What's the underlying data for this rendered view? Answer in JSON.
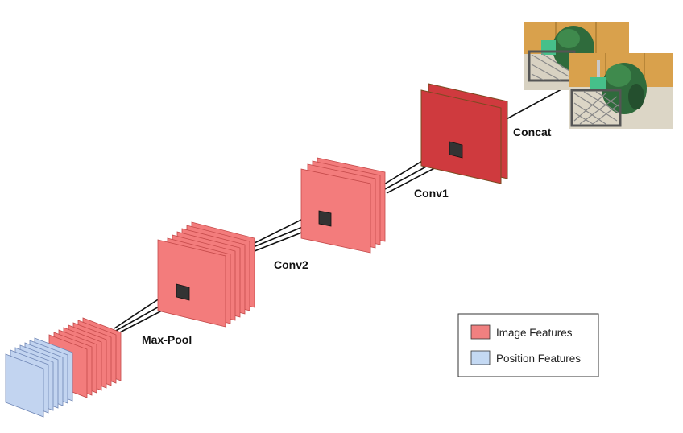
{
  "labels": {
    "concat": "Concat",
    "conv1": "Conv1",
    "conv2": "Conv2",
    "maxpool": "Max-Pool"
  },
  "legend": {
    "items": [
      {
        "label": "Image Features",
        "color": "#f08080"
      },
      {
        "label": "Position Features",
        "color": "#c4d9f3"
      }
    ]
  },
  "colors": {
    "image_feature": "#f37c7c",
    "image_feature_edge": "#c44a4a",
    "conv1_feature": "#cf3a3e",
    "conv1_edge": "#7a4a20",
    "position_feature": "#c2d4f0",
    "position_edge": "#6f86b5",
    "kernel": "#333333"
  },
  "input_images": [
    "photo-backpack-frame-1",
    "photo-backpack-frame-2"
  ]
}
